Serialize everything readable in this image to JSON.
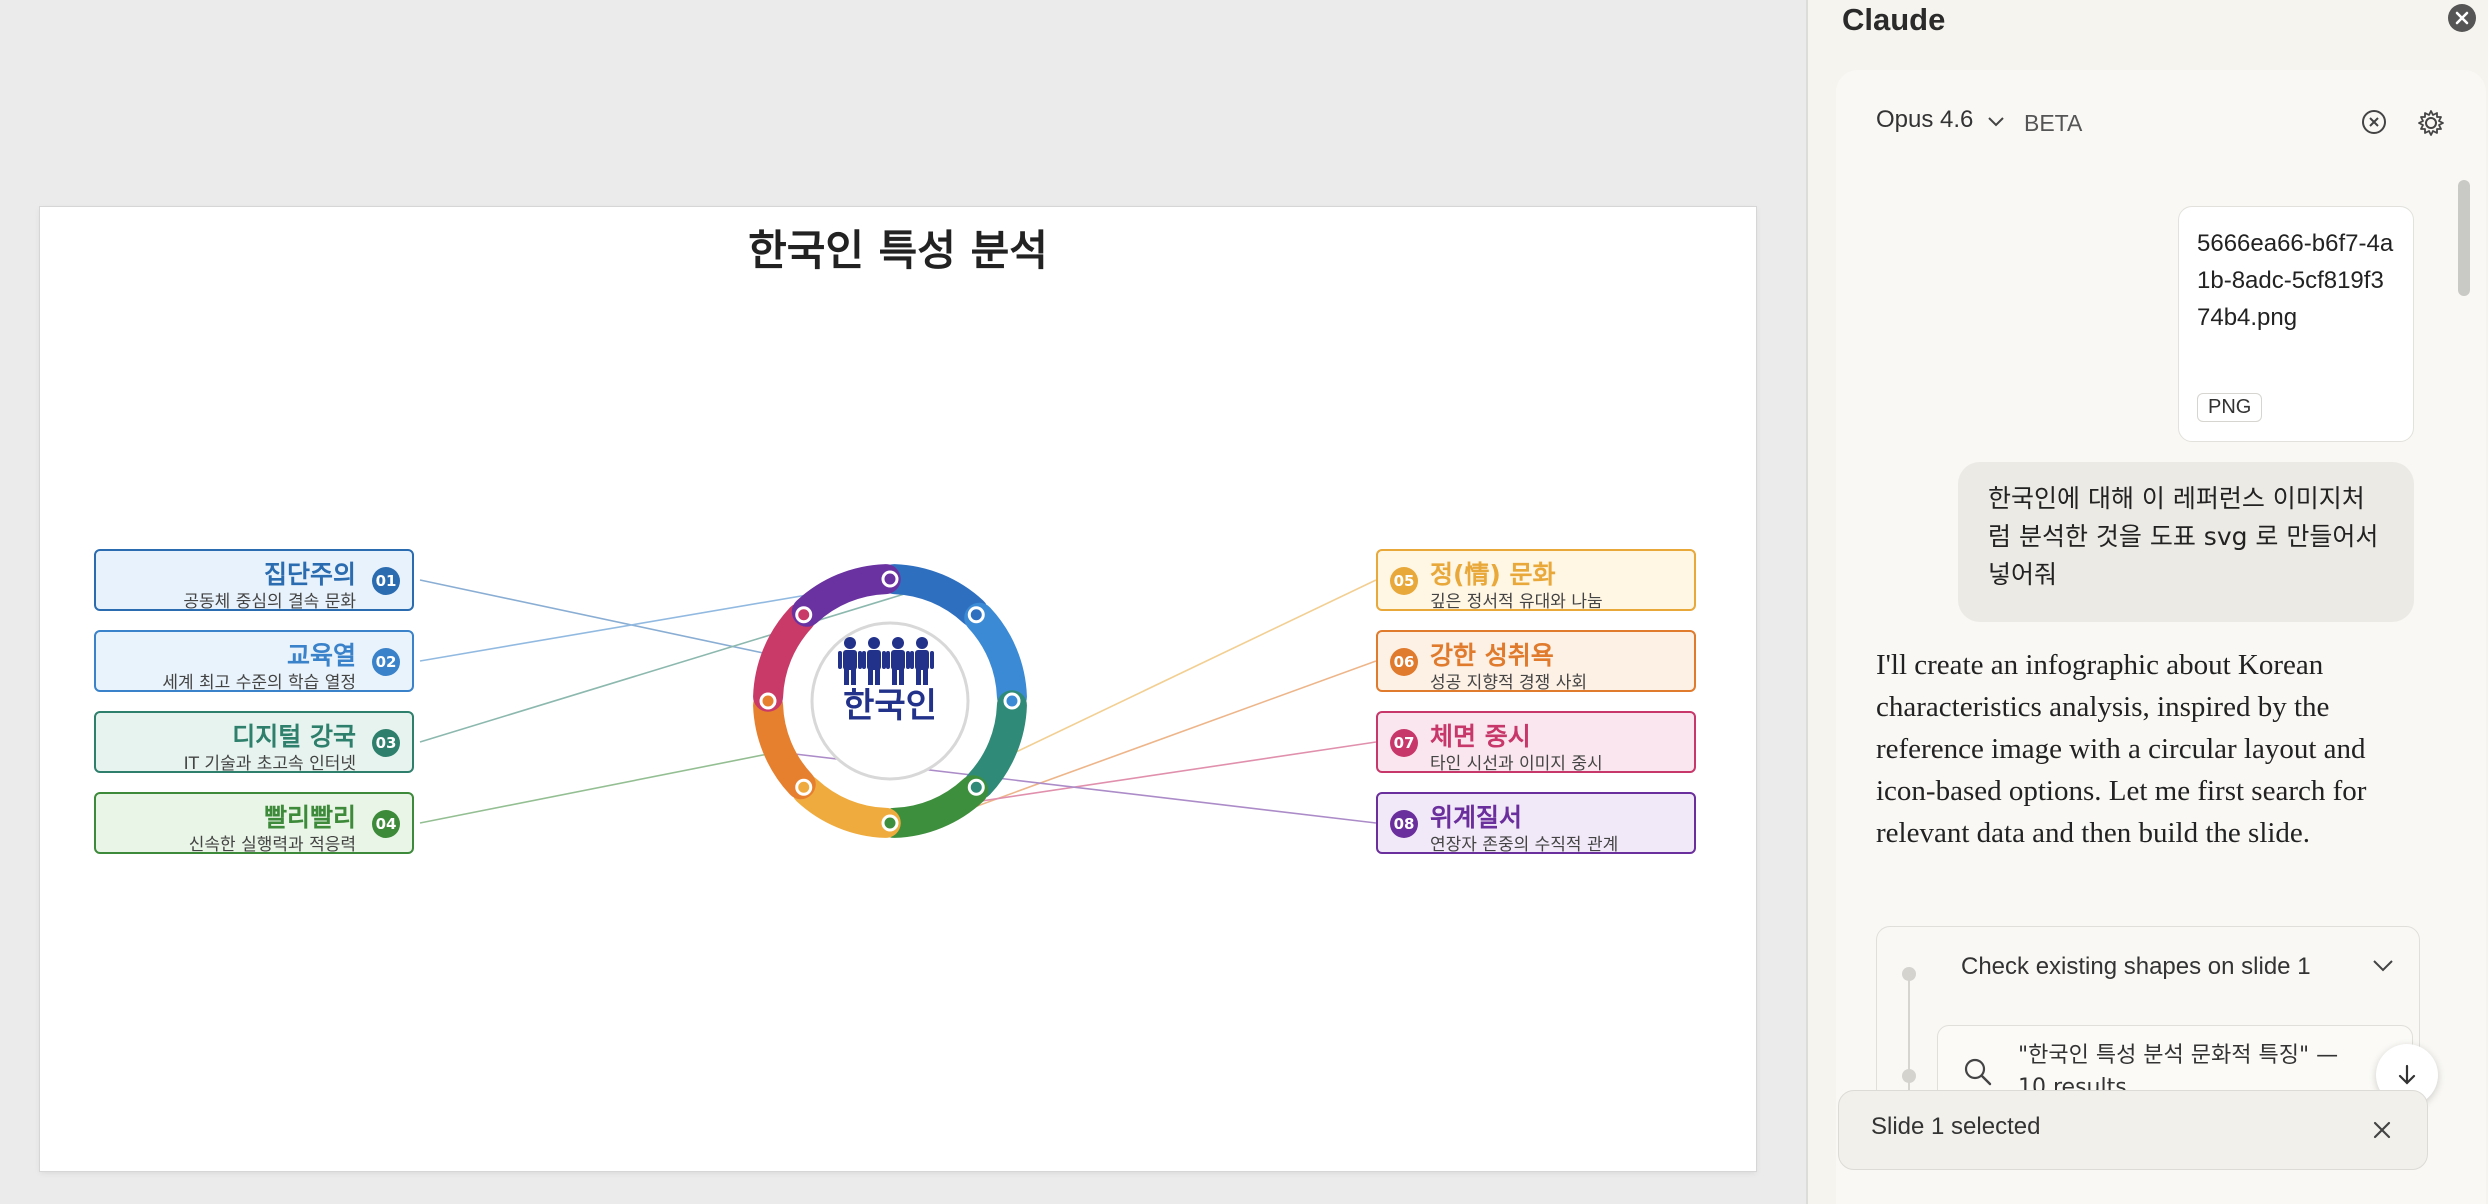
{
  "slide": {
    "title": "한국인 특성 분석",
    "center_label": "한국인",
    "cards_left": [
      {
        "num": "01",
        "title": "집단주의",
        "subtitle": "공동체 중심의 결속 문화",
        "color": "#2b6cb0",
        "bg": "#e8f2fc"
      },
      {
        "num": "02",
        "title": "교육열",
        "subtitle": "세계 최고 수준의 학습 열정",
        "color": "#3a82c9",
        "bg": "#e9f3fc"
      },
      {
        "num": "03",
        "title": "디지털 강국",
        "subtitle": "IT 기술과 초고속 인터넷",
        "color": "#2f7f6d",
        "bg": "#e6f3ef"
      },
      {
        "num": "04",
        "title": "빨리빨리",
        "subtitle": "신속한 실행력과 적응력",
        "color": "#3d8a3a",
        "bg": "#e9f5e6"
      }
    ],
    "cards_right": [
      {
        "num": "05",
        "title": "정(情) 문화",
        "subtitle": "깊은 정서적 유대와 나눔",
        "color": "#e8a83a",
        "bg": "#fff6e3"
      },
      {
        "num": "06",
        "title": "강한 성취욕",
        "subtitle": "성공 지향적 경쟁 사회",
        "color": "#e07a2c",
        "bg": "#fdf0e4"
      },
      {
        "num": "07",
        "title": "체면 중시",
        "subtitle": "타인 시선과 이미지 중시",
        "color": "#c8376a",
        "bg": "#fae6ee"
      },
      {
        "num": "08",
        "title": "위계질서",
        "subtitle": "연장자 존중의 수직적 관계",
        "color": "#6a2f9c",
        "bg": "#f1e8f8"
      }
    ],
    "ring_colors": [
      "#2f6fc0",
      "#3b8ad6",
      "#2f8a77",
      "#3e8f3d",
      "#efab3e",
      "#e6802f",
      "#c93a68",
      "#6a32a0"
    ]
  },
  "panel": {
    "title": "Claude",
    "model": "Opus 4.6",
    "beta": "BETA",
    "file": {
      "name": "5666ea66-b6f7-4a1b-8adc-5cf819f374b4.png",
      "type": "PNG"
    },
    "user_message": "한국인에 대해 이 레퍼런스 이미지처럼 분석한 것을 도표 svg 로 만들어서 넣어줘",
    "assistant_message": "I'll create an infographic about Korean characteristics analysis, inspired by the reference image with a circular layout and icon-based options. Let me first search for relevant data and then build the slide.",
    "tool_step": "Check existing shapes on slide 1",
    "search_result": "\"한국인 특성 분석 문화적 특징\" — 10 results",
    "selection": "Slide 1 selected"
  }
}
